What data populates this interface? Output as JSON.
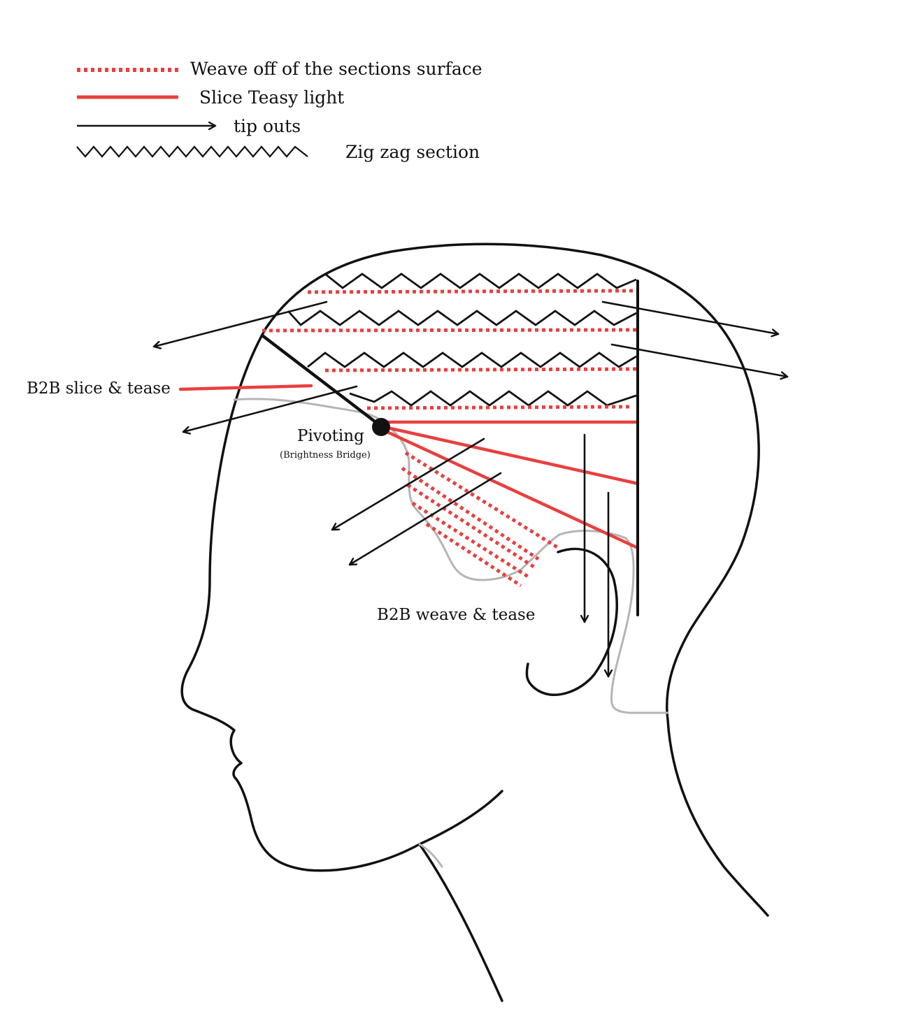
{
  "legend": [
    {
      "symbol": "red-dotted-line",
      "label": "Weave off of the sections surface"
    },
    {
      "symbol": "red-solid-line",
      "label": "Slice  Teasy light"
    },
    {
      "symbol": "black-arrow",
      "label": "tip  outs"
    },
    {
      "symbol": "zigzag-line",
      "label": "Zig zag section"
    }
  ],
  "annotations": {
    "b2b_slice": "B2B slice & tease",
    "pivoting": "Pivoting",
    "pivoting_sub": "(Brightness Bridge)",
    "b2b_weave": "B2B weave & tease"
  },
  "colors": {
    "accent_red": "#e8403f",
    "ink": "#111111",
    "hairline_gray": "#b5b5b5"
  }
}
